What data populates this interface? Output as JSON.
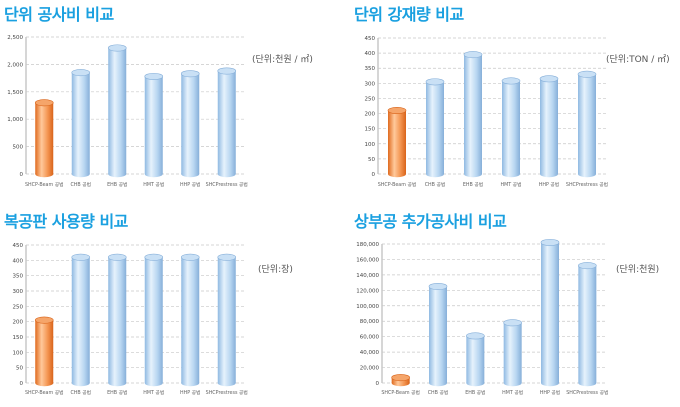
{
  "colors": {
    "title": "#1aa0e0",
    "highlight_bar": "#f08a3c",
    "standard_bar": "#a9cdee",
    "grid": "#c8c8c8"
  },
  "chart_data": [
    {
      "type": "bar",
      "title": "단위 공사비 비교",
      "unit_label": "(단위:천원 / ㎡)",
      "categories": [
        "SHCP-Beam 공법",
        "CHB 공법",
        "EHB 공법",
        "HMT 공법",
        "HHP 공법",
        "SHCPrestress 공법"
      ],
      "values": [
        1300,
        1850,
        2300,
        1780,
        1830,
        1880
      ],
      "highlight": [
        0
      ],
      "ylim": [
        0,
        2500
      ],
      "yticks": [
        0,
        500,
        1000,
        1500,
        2000,
        2500
      ],
      "ytick_labels": [
        "0",
        "500",
        "1,000",
        "1,500",
        "2,000",
        "2,500"
      ],
      "grid": true,
      "legend": "none"
    },
    {
      "type": "bar",
      "title": "단위 강재량 비교",
      "unit_label": "(단위:TON / ㎡)",
      "categories": [
        "SHCP-Beam 공법",
        "CHB 공법",
        "EHB 공법",
        "HMT 공법",
        "HHP 공법",
        "SHCPrestress 공법"
      ],
      "values": [
        210,
        305,
        395,
        308,
        315,
        330
      ],
      "highlight": [
        0
      ],
      "ylim": [
        0,
        450
      ],
      "yticks": [
        0,
        50,
        100,
        150,
        200,
        250,
        300,
        350,
        400,
        450
      ],
      "ytick_labels": [
        "0",
        "50",
        "100",
        "150",
        "200",
        "250",
        "300",
        "350",
        "400",
        "450"
      ],
      "grid": true,
      "legend": "none"
    },
    {
      "type": "bar",
      "title": "복공판 사용량 비교",
      "unit_label": "(단위:장)",
      "categories": [
        "SHCP-Beam 공법",
        "CHB 공법",
        "EHB 공법",
        "HMT 공법",
        "HHP 공법",
        "SHCPrestress 공법"
      ],
      "values": [
        205,
        410,
        410,
        410,
        410,
        410
      ],
      "highlight": [
        0
      ],
      "ylim": [
        0,
        450
      ],
      "yticks": [
        0,
        50,
        100,
        150,
        200,
        250,
        300,
        350,
        400,
        450
      ],
      "ytick_labels": [
        "0",
        "50",
        "100",
        "150",
        "200",
        "250",
        "300",
        "350",
        "400",
        "450"
      ],
      "grid": true,
      "legend": "none"
    },
    {
      "type": "bar",
      "title": "상부공 추가공사비 비교",
      "unit_label": "(단위:천원)",
      "categories": [
        "SHCP-Beam 공법",
        "CHB 공법",
        "EHB 공법",
        "HMT 공법",
        "HHP 공법",
        "SHCPrestress 공법"
      ],
      "values": [
        7000,
        125000,
        61000,
        78000,
        182000,
        152000
      ],
      "highlight": [
        0
      ],
      "ylim": [
        0,
        180000
      ],
      "yticks": [
        0,
        20000,
        40000,
        60000,
        80000,
        100000,
        120000,
        140000,
        160000,
        180000
      ],
      "ytick_labels": [
        "0",
        "20,000",
        "40,000",
        "60,000",
        "80,000",
        "100,000",
        "120,000",
        "140,000",
        "160,000",
        "180,000"
      ],
      "grid": true,
      "legend": "none"
    }
  ]
}
